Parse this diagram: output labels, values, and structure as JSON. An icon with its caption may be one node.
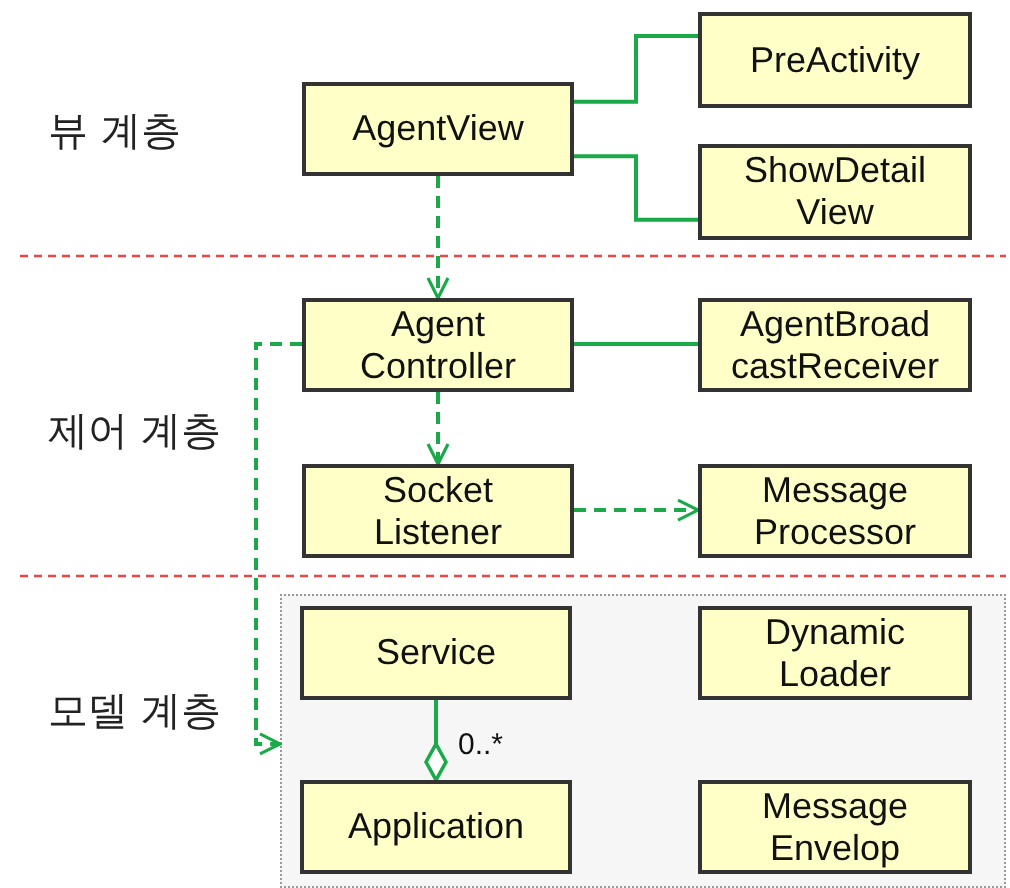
{
  "diagram": {
    "nodes": [
      {
        "text": [
          "AgentView"
        ]
      },
      {
        "text": [
          "PreActivity"
        ]
      },
      {
        "text": [
          "ShowDetail View"
        ]
      },
      {
        "text": [
          "Agent Controller"
        ]
      },
      {
        "text": [
          "AgentBroad castReceiver"
        ]
      },
      {
        "text": [
          "Socket Listener"
        ]
      },
      {
        "text": [
          "Message Processor"
        ]
      },
      {
        "text": [],
        "shape": "box"
      },
      {
        "text": [
          "Service"
        ],
        "in": 7
      },
      {
        "text": [
          "Dynamic Loader"
        ],
        "in": 7
      },
      {
        "text": [
          "Application"
        ],
        "in": 7
      },
      {
        "text": [
          "Message Envelop"
        ],
        "in": 7
      }
    ],
    "edges": [
      {
        "from": 0,
        "to": 1,
        "arrow": "none"
      },
      {
        "from": 0,
        "to": 2,
        "arrow": "none"
      },
      {
        "from": 0,
        "to": 3,
        "arrow": "to",
        "style": "dashed"
      },
      {
        "from": 3,
        "to": 4,
        "arrow": "none"
      },
      {
        "from": 3,
        "to": 5,
        "arrow": "to",
        "style": "dashed"
      },
      {
        "from": 5,
        "to": 6,
        "arrow": "to",
        "style": "dashed"
      },
      {
        "from": 3,
        "to": 7,
        "arrow": "to",
        "style": "dashed"
      },
      {
        "from": 8,
        "to": 10,
        "arrow": "other",
        "label": "0..*"
      }
    ],
    "labels": [
      "뷰 계층",
      "제어 계층",
      "모델 계층"
    ]
  }
}
